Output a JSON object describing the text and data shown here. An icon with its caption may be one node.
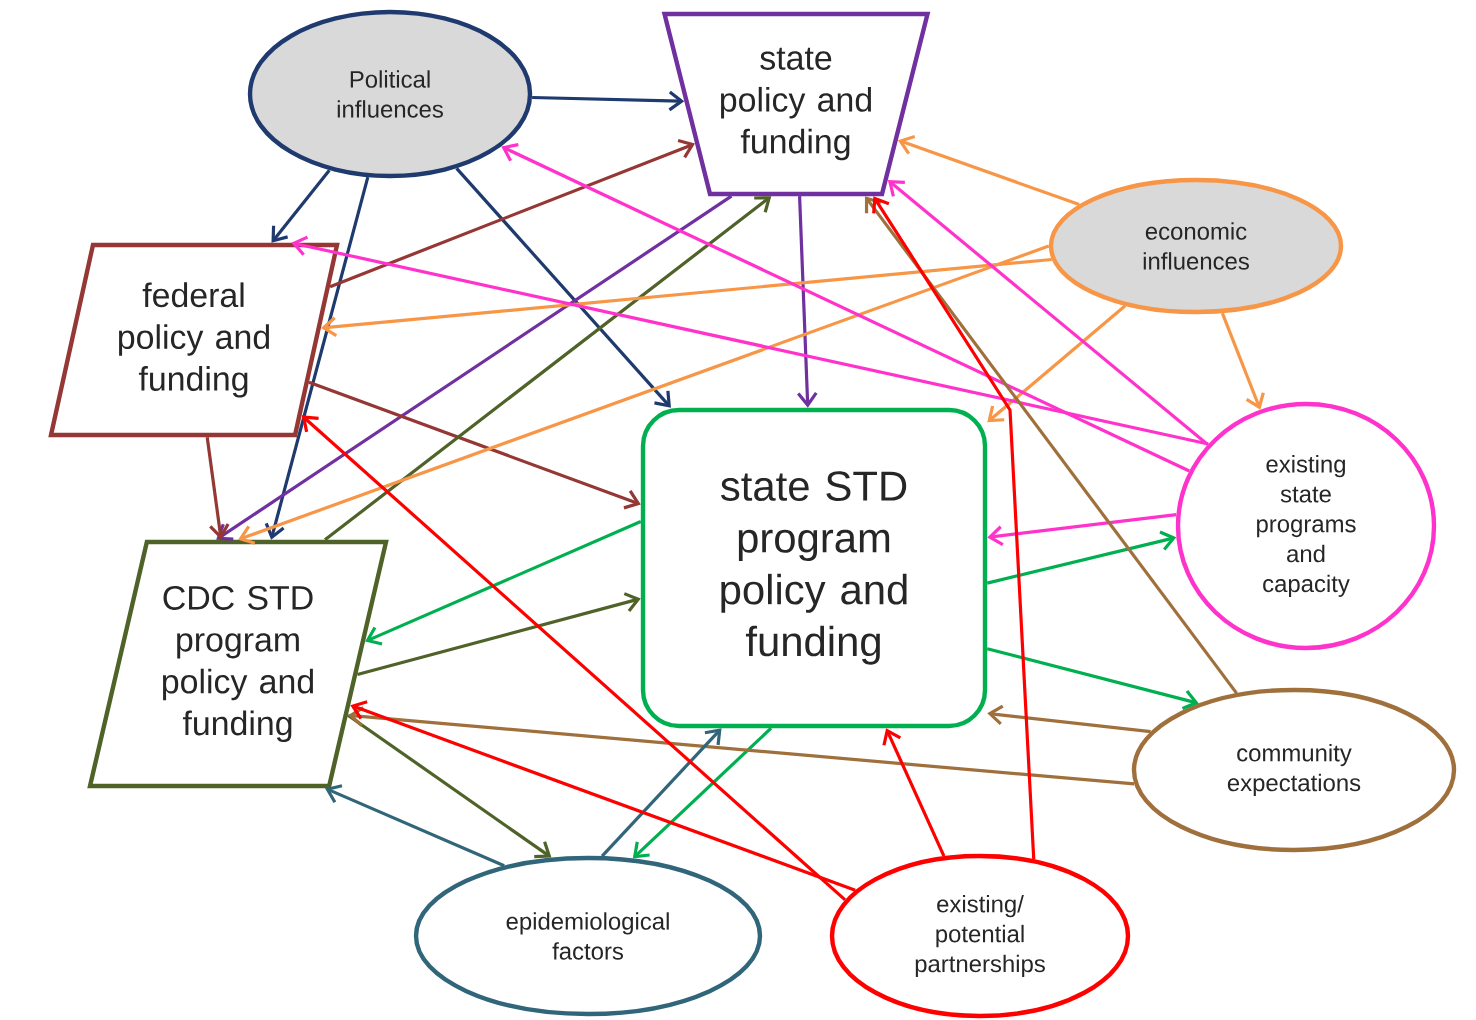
{
  "diagram": {
    "nodes": [
      {
        "text": [
          "Political influences"
        ]
      },
      {
        "text": [
          "state policy and funding"
        ]
      },
      {
        "text": [
          "economic influences"
        ]
      },
      {
        "text": [
          "federal policy and funding"
        ]
      },
      {
        "text": [
          "state STD program policy and funding"
        ]
      },
      {
        "text": [
          "existing state programs and capacity"
        ]
      },
      {
        "text": [
          "CDC STD program policy and funding"
        ]
      },
      {
        "text": [
          "community expectations"
        ]
      },
      {
        "text": [
          "epidemiological factors"
        ]
      },
      {
        "text": [
          "existing/ potential partnerships"
        ]
      }
    ],
    "edges": [
      {
        "from": 0,
        "to": 1,
        "arrow": "to",
        "color": "#1f3a6e"
      },
      {
        "from": 0,
        "to": 3,
        "arrow": "to",
        "color": "#1f3a6e"
      },
      {
        "from": 0,
        "to": 6,
        "arrow": "to",
        "color": "#1f3a6e"
      },
      {
        "from": 0,
        "to": 4,
        "arrow": "to",
        "color": "#1f3a6e"
      },
      {
        "from": 1,
        "to": 4,
        "arrow": "to",
        "color": "#7030a0"
      },
      {
        "from": 1,
        "to": 6,
        "arrow": "to",
        "color": "#7030a0"
      },
      {
        "from": 3,
        "to": 1,
        "arrow": "to",
        "color": "#953735"
      },
      {
        "from": 3,
        "to": 4,
        "arrow": "to",
        "color": "#953735"
      },
      {
        "from": 3,
        "to": 6,
        "arrow": "to",
        "color": "#953735"
      },
      {
        "from": 6,
        "to": 1,
        "arrow": "to",
        "color": "#4f6228"
      },
      {
        "from": 6,
        "to": 4,
        "arrow": "to",
        "color": "#4f6228"
      },
      {
        "from": 6,
        "to": 8,
        "arrow": "to",
        "color": "#4f6228"
      },
      {
        "from": 2,
        "to": 1,
        "arrow": "to",
        "color": "#f79646"
      },
      {
        "from": 2,
        "to": 3,
        "arrow": "to",
        "color": "#f79646"
      },
      {
        "from": 2,
        "to": 6,
        "arrow": "to",
        "color": "#f79646"
      },
      {
        "from": 2,
        "to": 4,
        "arrow": "to",
        "color": "#f79646"
      },
      {
        "from": 2,
        "to": 5,
        "arrow": "to",
        "color": "#f79646"
      },
      {
        "from": 5,
        "to": 0,
        "arrow": "to",
        "color": "#ff33cc"
      },
      {
        "from": 5,
        "to": 1,
        "arrow": "to",
        "color": "#ff33cc"
      },
      {
        "from": 5,
        "to": 3,
        "arrow": "to",
        "color": "#ff33cc"
      },
      {
        "from": 5,
        "to": 4,
        "arrow": "to",
        "color": "#ff33cc"
      },
      {
        "from": 4,
        "to": 6,
        "arrow": "to",
        "color": "#00b050"
      },
      {
        "from": 4,
        "to": 5,
        "arrow": "to",
        "color": "#00b050"
      },
      {
        "from": 4,
        "to": 7,
        "arrow": "to",
        "color": "#00b050"
      },
      {
        "from": 4,
        "to": 8,
        "arrow": "to",
        "color": "#00b050"
      },
      {
        "from": 7,
        "to": 4,
        "arrow": "to",
        "color": "#a0703c"
      },
      {
        "from": 7,
        "to": 6,
        "arrow": "to",
        "color": "#a0703c"
      },
      {
        "from": 7,
        "to": 1,
        "arrow": "to",
        "color": "#a0703c"
      },
      {
        "from": 8,
        "to": 6,
        "arrow": "to",
        "color": "#31657a"
      },
      {
        "from": 8,
        "to": 4,
        "arrow": "to",
        "color": "#31657a"
      },
      {
        "from": 9,
        "to": 3,
        "arrow": "to",
        "color": "#ff0000"
      },
      {
        "from": 9,
        "to": 6,
        "arrow": "to",
        "color": "#ff0000"
      },
      {
        "from": 9,
        "to": 4,
        "arrow": "to",
        "color": "#ff0000"
      },
      {
        "from": 9,
        "to": 1,
        "arrow": "to",
        "color": "#ff0000"
      }
    ]
  }
}
